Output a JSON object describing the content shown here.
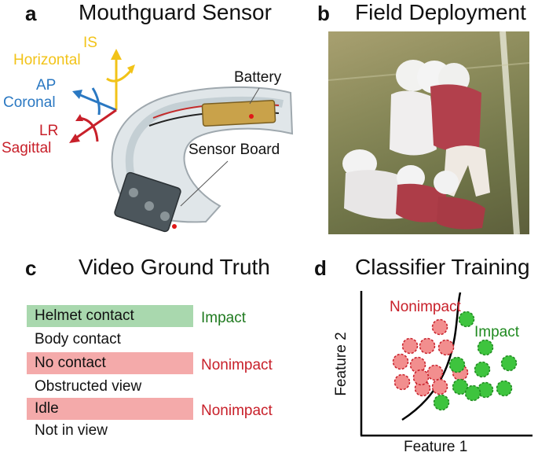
{
  "panel_a": {
    "letter": "a",
    "title": "Mouthguard Sensor",
    "axis_is": "IS",
    "axis_horizontal": "Horizontal",
    "axis_ap": "AP",
    "axis_coronal": "Coronal",
    "axis_lr": "LR",
    "axis_sagittal": "Sagittal",
    "battery_label": "Battery",
    "sensor_board_label": "Sensor Board",
    "colors": {
      "is": "#f2c318",
      "ap": "#2a78c2",
      "lr": "#c8202a"
    }
  },
  "panel_b": {
    "letter": "b",
    "title": "Field Deployment"
  },
  "panel_c": {
    "letter": "c",
    "title": "Video Ground Truth",
    "rows": [
      {
        "label": "Helmet contact",
        "class": "Impact"
      },
      {
        "label": "Body contact",
        "class": ""
      },
      {
        "label": "No contact",
        "class": "Nonimpact"
      },
      {
        "label": "Obstructed view",
        "class": ""
      },
      {
        "label": "Idle",
        "class": "Nonimpact"
      },
      {
        "label": "Not in view",
        "class": ""
      }
    ],
    "colors": {
      "impact_bg": "#a9d8ae",
      "nonimpact_bg": "#f4aaaa",
      "impact_text": "#1f7a1f",
      "nonimpact_text": "#c8202a"
    }
  },
  "panel_d": {
    "letter": "d",
    "title": "Classifier Training",
    "nonimpact_label": "Nonimpact",
    "impact_label": "Impact",
    "xlabel": "Feature 1",
    "ylabel": "Feature 2",
    "colors": {
      "nonimpact_fill": "#f28e8e",
      "nonimpact_stroke": "#c8202a",
      "impact_fill": "#3ec43e",
      "impact_stroke": "#1f8a1f"
    }
  }
}
